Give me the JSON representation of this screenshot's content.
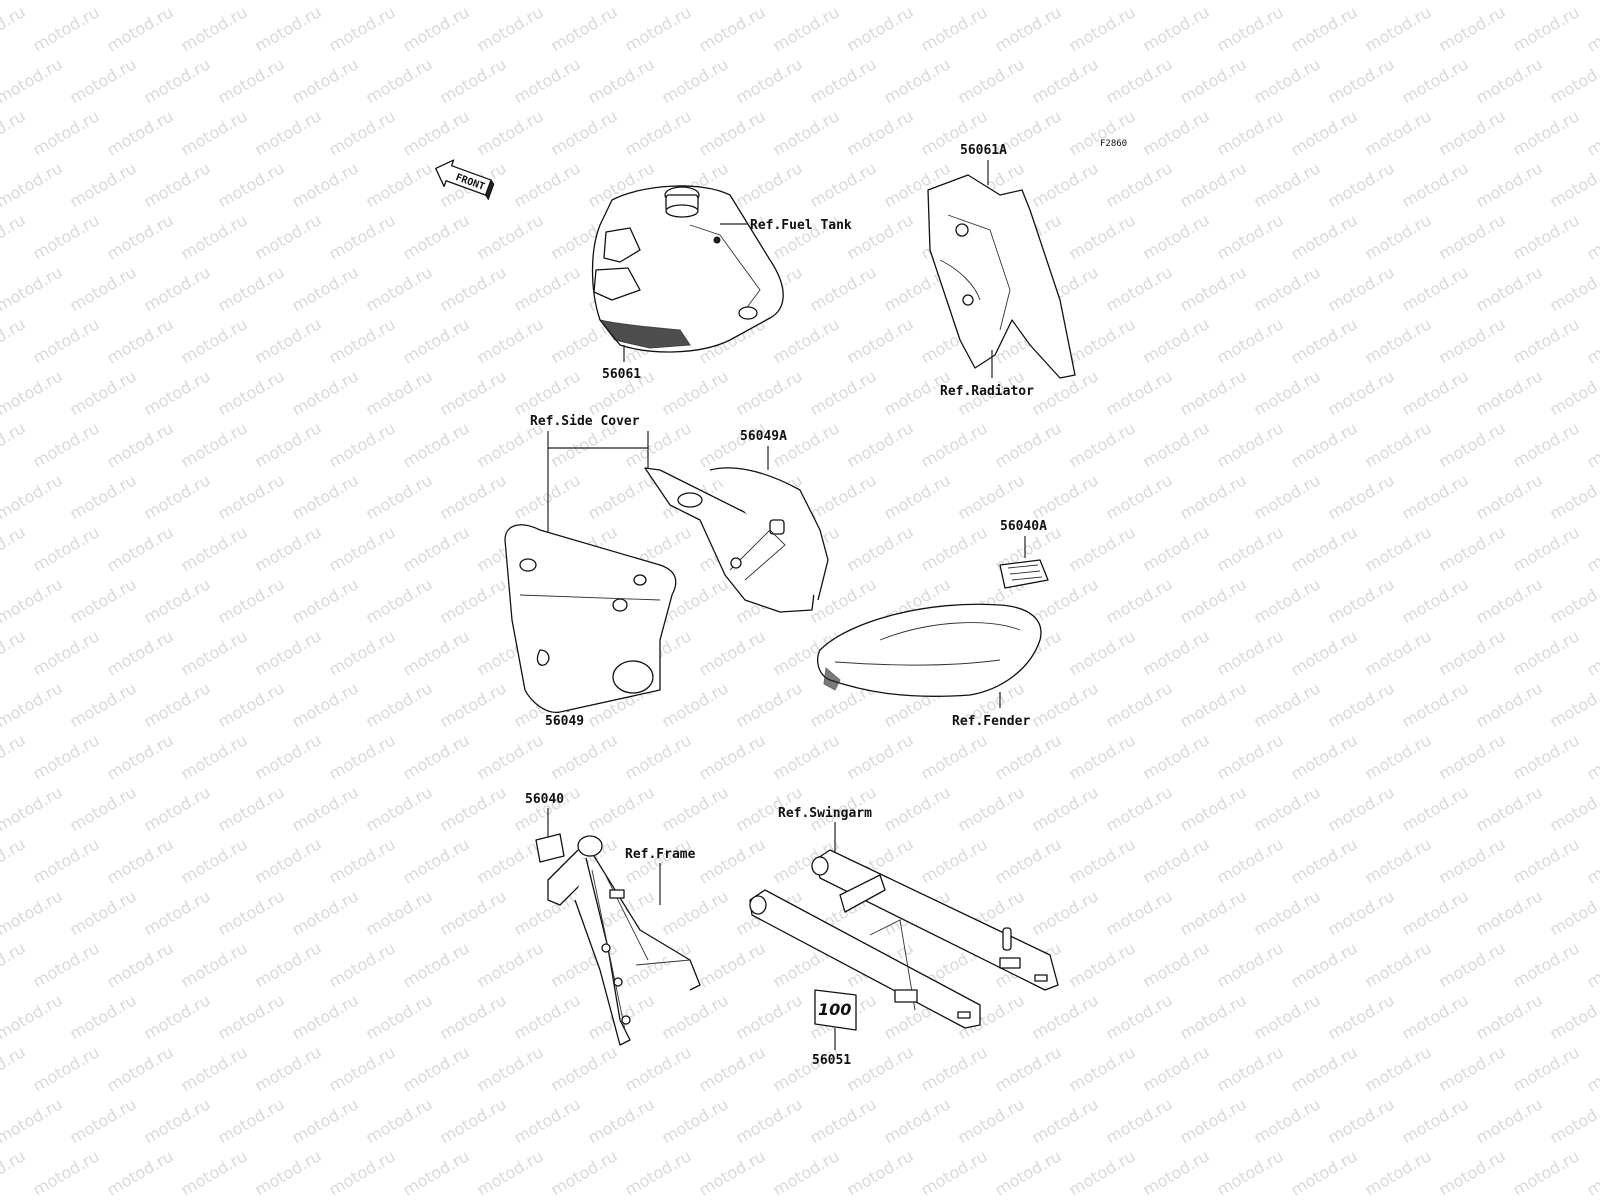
{
  "watermark": "motod.ru",
  "diagram_code": "F2860",
  "front_arrow": "FRONT",
  "labels": {
    "ref_fuel_tank": "Ref.Fuel Tank",
    "p56061": "56061",
    "p56061A": "56061A",
    "ref_radiator": "Ref.Radiator",
    "ref_side_cover": "Ref.Side Cover",
    "p56049A": "56049A",
    "p56049": "56049",
    "p56040A": "56040A",
    "ref_fender": "Ref.Fender",
    "p56040": "56040",
    "ref_frame": "Ref.Frame",
    "ref_swingarm": "Ref.Swingarm",
    "p56051": "56051"
  },
  "swingarm_decal_text": "100"
}
